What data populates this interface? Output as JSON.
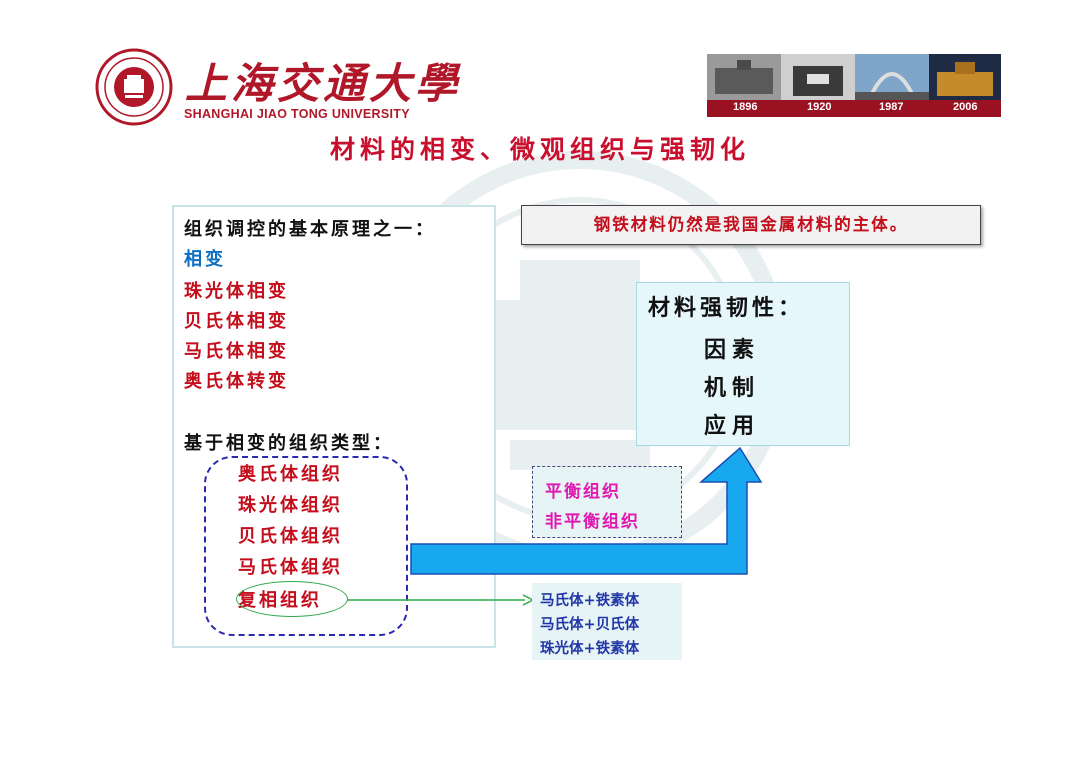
{
  "header": {
    "university_cn": "上海交通大學",
    "university_en": "SHANGHAI JIAO TONG UNIVERSITY",
    "years": [
      "1896",
      "1920",
      "1987",
      "2006"
    ],
    "seal_icon": "university-seal-icon"
  },
  "title": "材料的相变、微观组织与强韧化",
  "left_panel": {
    "principle": "组织调控的基本原理之一：",
    "phase_change": "相变",
    "transformations": [
      "珠光体相变",
      "贝氏体相变",
      "马氏体相变",
      "奥氏体转变"
    ],
    "types_heading": "基于相变的组织类型：",
    "types": [
      "奥氏体组织",
      "珠光体组织",
      "贝氏体组织",
      "马氏体组织",
      "复相组织"
    ]
  },
  "notice": "钢铁材料仍然是我国金属材料的主体。",
  "strength": {
    "title": "材料强韧性：",
    "items": [
      "因素",
      "机制",
      "应用"
    ]
  },
  "equilibrium": [
    "平衡组织",
    "非平衡组织"
  ],
  "duplex": [
    "马氏体+铁素体",
    "马氏体+贝氏体",
    "珠光体+铁素体"
  ],
  "colors": {
    "brand_red": "#b0182a",
    "title_red": "#c8102e",
    "text_red": "#c40e1c",
    "blue": "#0e6fc0",
    "magenta": "#e01ab0",
    "arrow_blue": "#18a8f0",
    "navy": "#2238a8"
  }
}
